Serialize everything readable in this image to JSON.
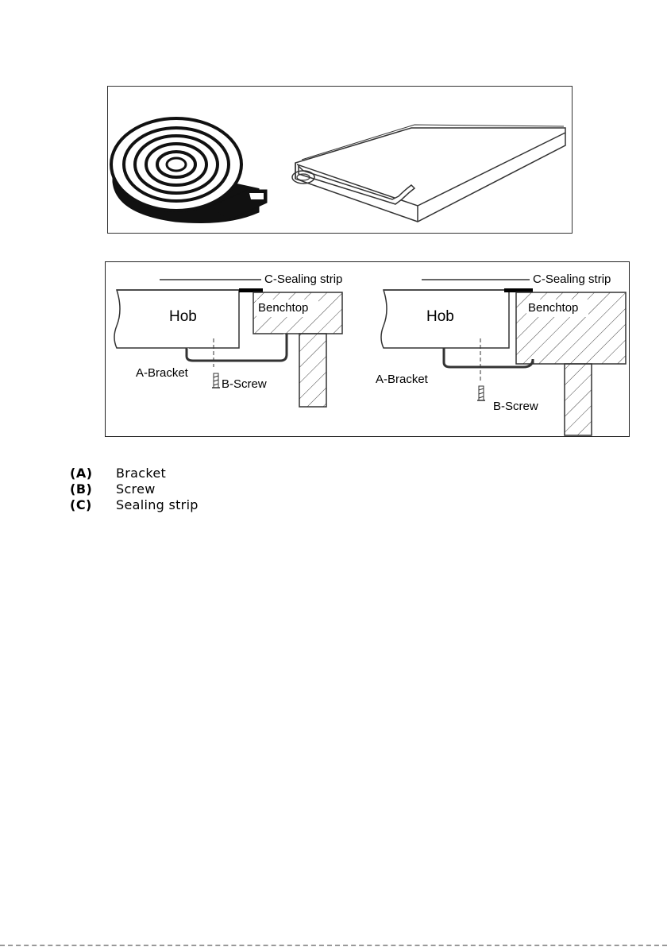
{
  "figure2": {
    "left": {
      "sealing_label": "C-Sealing strip",
      "hob_label": "Hob",
      "benchtop_label": "Benchtop",
      "bracket_label": "A-Bracket",
      "screw_label": "B-Screw"
    },
    "right": {
      "sealing_label": "C-Sealing strip",
      "hob_label": "Hob",
      "benchtop_label": "Benchtop",
      "bracket_label": "A-Bracket",
      "screw_label": "B-Screw"
    }
  },
  "legend": [
    {
      "key": "(A)",
      "text": "Bracket"
    },
    {
      "key": "(B)",
      "text": "Screw"
    },
    {
      "key": "(C)",
      "text": "Sealing strip"
    }
  ]
}
